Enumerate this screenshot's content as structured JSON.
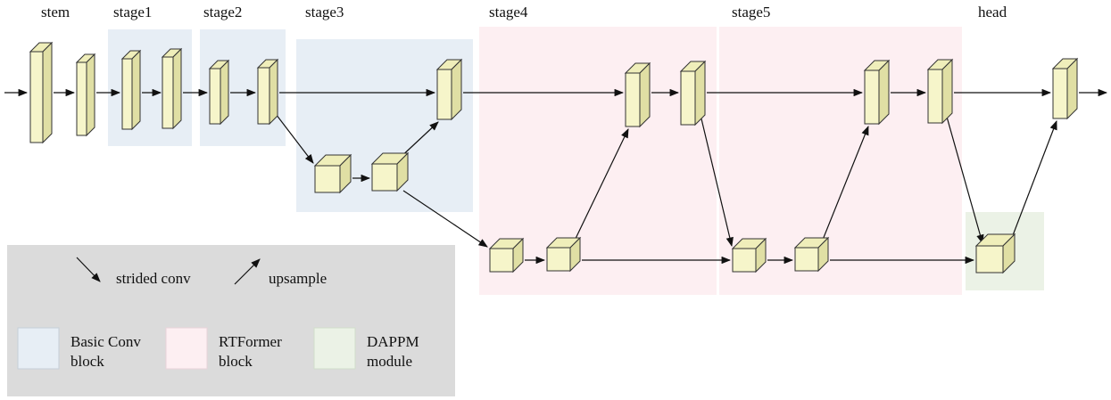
{
  "diagram": {
    "stages": [
      {
        "label": "stem"
      },
      {
        "label": "stage1"
      },
      {
        "label": "stage2"
      },
      {
        "label": "stage3"
      },
      {
        "label": "stage4"
      },
      {
        "label": "stage5"
      },
      {
        "label": "head"
      }
    ]
  },
  "legend": {
    "strided_conv_label": "strided conv",
    "upsample_label": "upsample",
    "items": [
      {
        "line1": "Basic Conv",
        "line2": "block"
      },
      {
        "line1": "RTFormer",
        "line2": "block"
      },
      {
        "line1": "DAPPM",
        "line2": "module"
      }
    ]
  },
  "colors": {
    "block_front": "#f6f5ca",
    "block_top": "#efeeba",
    "block_side": "#e0dfa4",
    "region_blue": "#e7eef5",
    "region_pink": "#fdeff2",
    "region_green": "#ebf2e6",
    "legend_gray": "#dbdbdb",
    "line": "#111111"
  }
}
